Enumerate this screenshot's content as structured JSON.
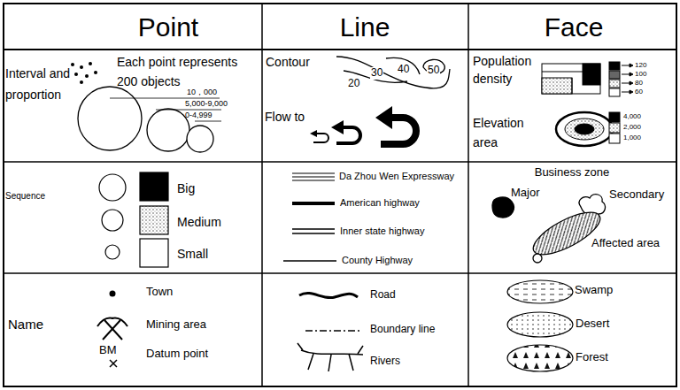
{
  "diagram": {
    "labels": [
      "Point",
      "Line",
      "Face",
      "Interval and proportion",
      "Each point represents 200 objects",
      "10，000",
      "5,000-9,000",
      "0-4,999",
      "Contour",
      "20",
      "30",
      "40",
      "50",
      "Flow to",
      "Population density",
      "120",
      "100",
      "80",
      "60",
      "Elevation area",
      "4,000",
      "2,000",
      "1,000",
      "Sequence",
      "Big",
      "Medium",
      "Small",
      "Da Zhou Wen Expressway",
      "American highway",
      "Inner state highway",
      "County Highway",
      "Business zone",
      "Major",
      "Secondary",
      "Affected area",
      "Name",
      "Town",
      "Mining area",
      "BM",
      "Datum point",
      "Road",
      "Boundary line",
      "Rivers",
      "Swamp",
      "Desert",
      "Forest"
    ]
  }
}
